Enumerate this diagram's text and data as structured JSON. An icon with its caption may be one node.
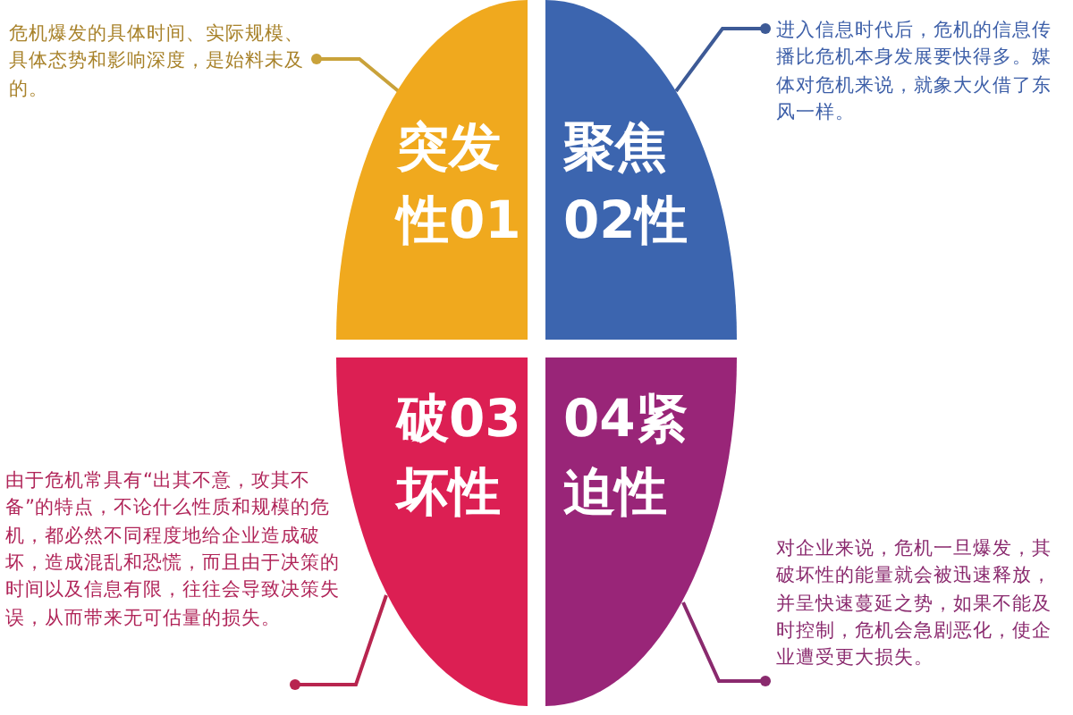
{
  "diagram": {
    "nodes": [
      {
        "text": [
          "突发性01"
        ]
      },
      {
        "text": [
          "聚焦02性"
        ]
      },
      {
        "text": [
          "破03坏性"
        ]
      },
      {
        "text": [
          "04紧迫性"
        ]
      },
      {
        "text": [
          "危机爆发的具体时间、实际规模、具体态势和影响深度，是始料未及的。"
        ]
      },
      {
        "text": [
          "进入信息时代后，危机的信息传播比危机本身发展要快得多。媒体对危机来说，就象大火借了东风一样。"
        ]
      },
      {
        "text": [
          "由于危机常具有“出其不意，攻其不备”的特点，不论什么性质和规模的危机，都必然不同程度地给企业造成破坏，造成混乱和恐慌，而且由于决策的时间以及信息有限，往往会导致决策失误，从而带来无可估量的损失。"
        ]
      },
      {
        "text": [
          "对企业来说，危机一旦爆发，其破坏性的能量就会被迅速释放，并呈快速蔓延之势，如果不能及时控制，危机会急剧恶化，使企业遭受更大损失。"
        ]
      }
    ],
    "edges": [
      {
        "from": 4,
        "to": 0,
        "arrow": "other",
        "color": "#c9a23a"
      },
      {
        "from": 5,
        "to": 1,
        "arrow": "other",
        "color": "#3d5a96"
      },
      {
        "from": 6,
        "to": 2,
        "arrow": "other",
        "color": "#b8254f"
      },
      {
        "from": 7,
        "to": 3,
        "arrow": "other",
        "color": "#8a2a6e"
      }
    ]
  }
}
